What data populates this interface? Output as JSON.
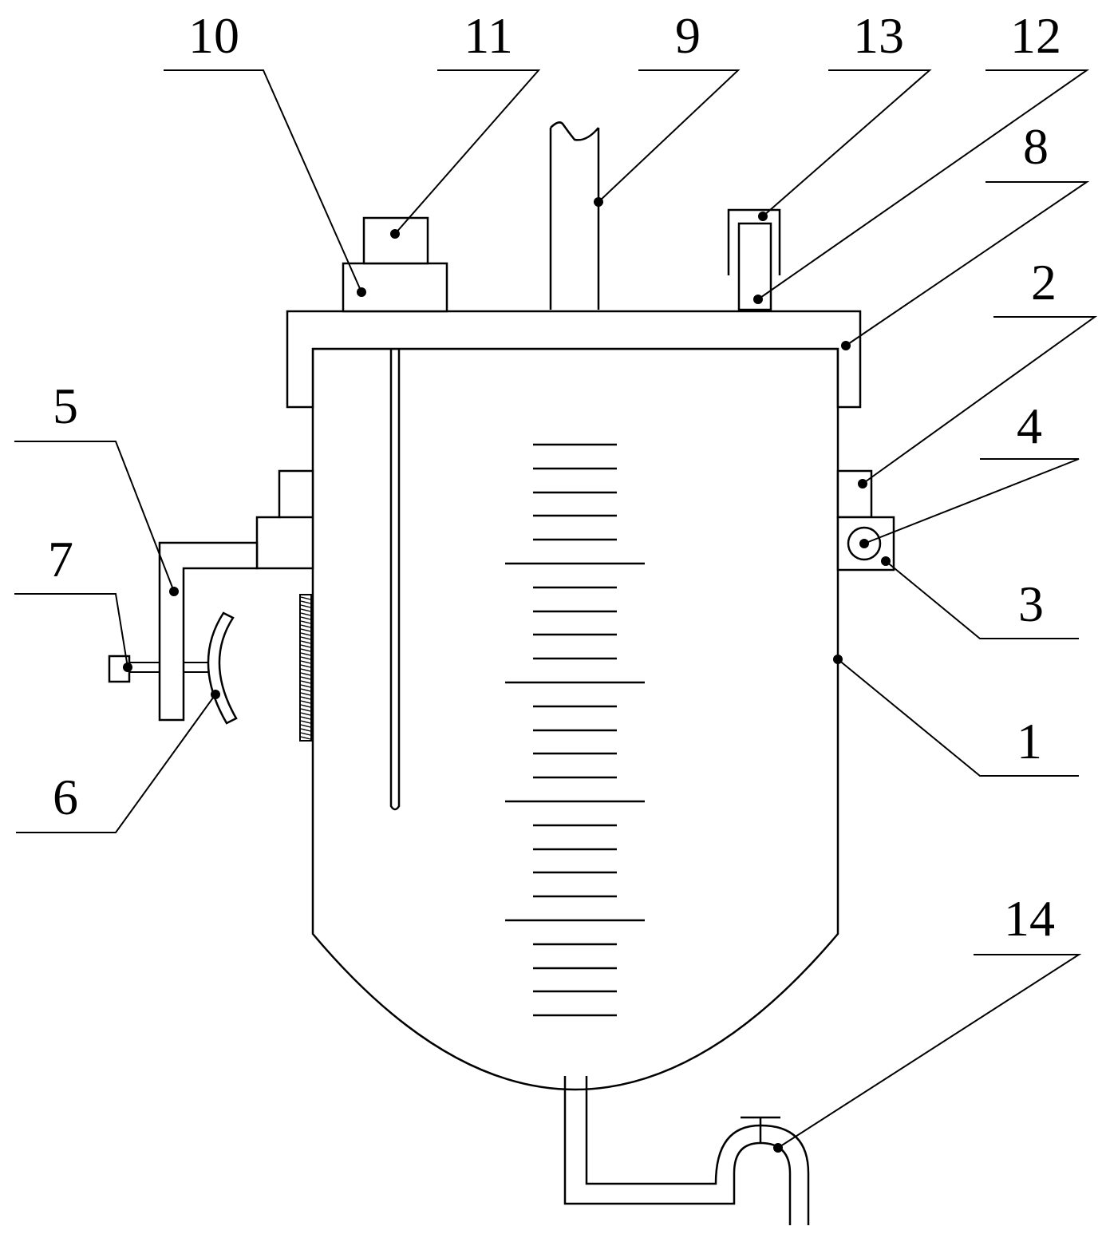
{
  "figure": {
    "callouts": [
      {
        "id": "10",
        "text": "10"
      },
      {
        "id": "11",
        "text": "11"
      },
      {
        "id": "9",
        "text": "9"
      },
      {
        "id": "13",
        "text": "13"
      },
      {
        "id": "12",
        "text": "12"
      },
      {
        "id": "8",
        "text": "8"
      },
      {
        "id": "2",
        "text": "2"
      },
      {
        "id": "4",
        "text": "4"
      },
      {
        "id": "3",
        "text": "3"
      },
      {
        "id": "1",
        "text": "1"
      },
      {
        "id": "5",
        "text": "5"
      },
      {
        "id": "7",
        "text": "7"
      },
      {
        "id": "6",
        "text": "6"
      },
      {
        "id": "14",
        "text": "14"
      }
    ]
  }
}
